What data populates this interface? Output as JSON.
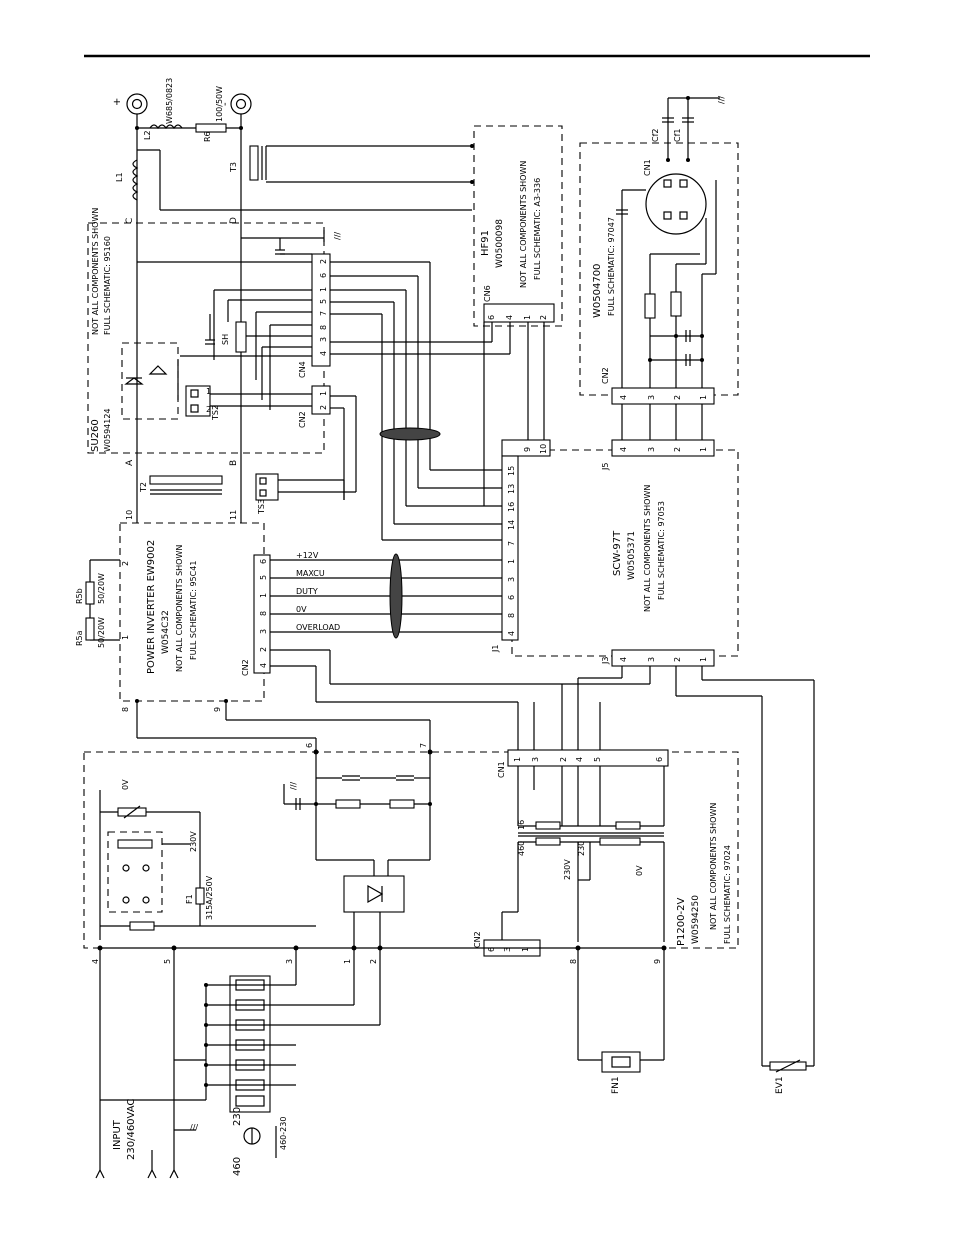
{
  "colors": {
    "ink": "#000000",
    "paper": "#ffffff"
  },
  "terminals": {
    "plus": "+",
    "minus": "-"
  },
  "output": {
    "l2": "L2",
    "w_rating": "W685/0823",
    "r6": "R6",
    "r6_value": "100/50W",
    "l1": "L1",
    "t3": "T3",
    "node_a": "A",
    "node_b": "B",
    "node_c": "C",
    "node_d": "D"
  },
  "su260": {
    "name": "SU260",
    "code": "W0594124",
    "note": "NOT ALL COMPONENTS SHOWN",
    "schematic": "FULL SCHEMATIC: 95160",
    "sh": "SH",
    "ts2": "TS2",
    "t1": "1",
    "t2": "2",
    "cn4": "CN4",
    "cn4_pins": [
      "2",
      "6",
      "1",
      "5",
      "7",
      "8",
      "3",
      "4"
    ],
    "cn2": "CN2",
    "cn2_pins": [
      "1",
      "2"
    ]
  },
  "hf91": {
    "name": "HF91",
    "code": "W0500098",
    "note": "NOT ALL COMPONENTS SHOWN",
    "schematic": "FULL SCHEMATIC: A3-336",
    "cn6": "CN6",
    "pins": [
      "6",
      "4",
      "1",
      "2"
    ]
  },
  "w0504700": {
    "code": "W0504700",
    "schematic": "FULL SCHEMATIC: 97047",
    "cf2": "Cf2",
    "cf1": "Cf1",
    "cn1": "CN1",
    "cn2": "CN2",
    "pins": [
      "4",
      "3",
      "2",
      "1"
    ]
  },
  "scw97t": {
    "name": "SCW-97T",
    "code": "W0505371",
    "note": "NOT ALL COMPONENTS SHOWN",
    "schematic": "FULL SCHEMATIC: 97053",
    "j5": "J5",
    "j5_pins": [
      "4",
      "3",
      "2",
      "1"
    ],
    "j1": "J1",
    "j1_pins": [
      "10",
      "9",
      "15",
      "13",
      "16",
      "14",
      "7",
      "1",
      "3",
      "6",
      "8",
      "4"
    ],
    "j3": "J3",
    "j3_pins": [
      "4",
      "3",
      "2",
      "1"
    ]
  },
  "inverter": {
    "name": "POWER INVERTER EW9002",
    "code": "W054C32",
    "note": "NOT ALL COMPONENTS SHOWN",
    "schematic": "FULL SCHEMATIC: 95C41",
    "t2": "T2",
    "ts3": "TS3",
    "n10": "10",
    "n11": "11",
    "n1": "1",
    "n2": "2",
    "n8": "8",
    "n9": "9",
    "r5a": "R5a",
    "r5a_value": "50/20W",
    "r5b": "R5b",
    "r5b_value": "50/20W",
    "cn2": "CN2",
    "cn2_pins": [
      "6",
      "5",
      "1",
      "8",
      "3",
      "2",
      "4"
    ]
  },
  "signals": [
    "+12V",
    "MAXCU",
    "DUTY",
    "0V",
    "OVERLOAD"
  ],
  "p1200": {
    "name": "P1200-2V",
    "code": "W0594250",
    "note": "NOT ALL COMPONENTS SHOWN",
    "schematic": "FULL SCHEMATIC: 97024",
    "cn1": "CN1",
    "cn1_pins": [
      "1",
      "3",
      "2",
      "4",
      "5",
      "6"
    ],
    "cn2": "CN2",
    "cn2_pins": [
      "6",
      "3",
      "1"
    ],
    "f1": "F1",
    "f1_value": "315A/250V",
    "v0": "0V",
    "v230": "230V",
    "tap_460": "460",
    "tap_230": "230",
    "tap_0v": "0V",
    "tap_16": "16",
    "tap_230v": "230V",
    "n4": "4",
    "n5": "5",
    "n3": "3",
    "n1": "1",
    "n2": "2",
    "n6": "6",
    "n7": "7",
    "n8": "8",
    "n9": "9"
  },
  "bottom": {
    "fn1": "FN1",
    "ev1": "EV1",
    "input_title": "INPUT",
    "input_value": "230/460VAC",
    "sel_460": "460",
    "sel_230": "230",
    "sel_link": "460-230",
    "ground": "///"
  }
}
